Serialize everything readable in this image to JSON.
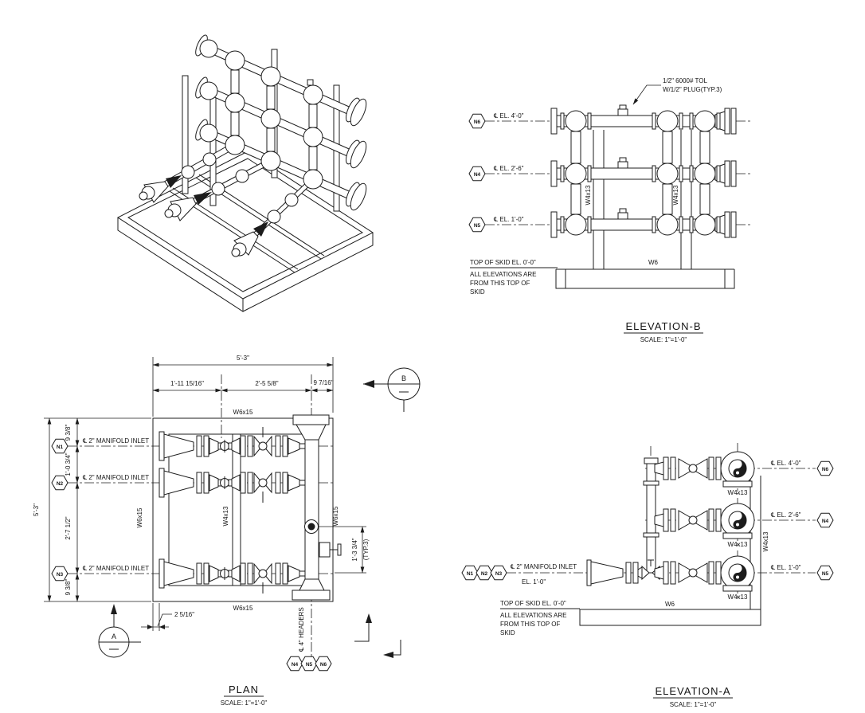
{
  "labels": {
    "w4x13": "W4x13",
    "w6x15": "W6x15",
    "w6": "W6",
    "scale": "SCALE: 1\"=1'-0\"",
    "cl_headers": "℄ 4\" HEADERS",
    "manifold_inlet": "℄ 2\" MANIFOLD INLET",
    "top_of_skid": "TOP OF SKID EL. 0'-0\"",
    "skid_note_line1": "ALL ELEVATIONS ARE",
    "skid_note_line2": "FROM THIS TOP OF",
    "skid_note_line3": "SKID"
  },
  "tags": {
    "n1": "N1",
    "n2": "N2",
    "n3": "N3",
    "n4": "N4",
    "n5": "N5",
    "n6": "N6"
  },
  "elevations": {
    "el_4_0": "℄ EL. 4'-0\"",
    "el_2_6": "℄ EL. 2'-6\"",
    "el_1_0": "℄ EL. 1'-0\"",
    "inlet_el": "EL. 1'-0\""
  },
  "views": {
    "elevation_b": {
      "title": "ELEVATION-B",
      "note_line1": "1/2\" 6000# TOL",
      "note_line2": "W/1/2\" PLUG(TYP.3)"
    },
    "plan": {
      "title": "PLAN",
      "section_a": "A",
      "section_b": "B",
      "dims": {
        "overall_w": "5'-3\"",
        "w1": "1'-11 15/16\"",
        "w2": "2'-5 5/8\"",
        "w3": "9 7/16\"",
        "overall_h": "5'-3\"",
        "h1": "9 3/8\"",
        "h2": "1'-0 3/4\"",
        "h3": "2'-7 1/2\"",
        "h4": "9 3/8\"",
        "offset": "2 5/16\"",
        "typ": "1'-3 3/4\"",
        "typ_note": "(TYP.3)"
      }
    },
    "elevation_a": {
      "title": "ELEVATION-A"
    }
  }
}
